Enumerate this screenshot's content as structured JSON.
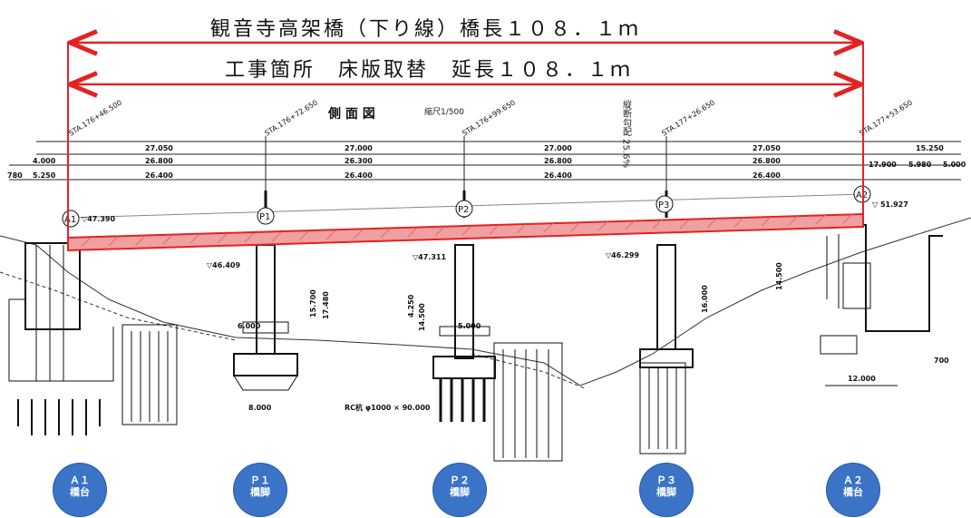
{
  "titles": {
    "bridge_length": "観音寺高架橋（下り線）橋長１０８．１ｍ",
    "work_section": "工事箇所　床版取替　延長１０８．１ｍ"
  },
  "drawing": {
    "heading": "側 面 図",
    "scale": "縮尺1/500",
    "chainage_labels": [
      "STA.176+46.500",
      "STA.176+72.650",
      "STA.176+99.650",
      "STA.177+26.650",
      "STA.177+53.650"
    ],
    "span_dims_top": [
      "27.050",
      "27.000",
      "27.000",
      "27.050"
    ],
    "span_dims_mid": [
      "26.800",
      "26.300",
      "26.800",
      "26.800"
    ],
    "span_dims_low": [
      "26.400",
      "26.400",
      "26.400",
      "26.400"
    ],
    "misc_dims": [
      "4.000",
      "5.250",
      "780",
      "15.250",
      "5.980",
      "5.000",
      "12.000",
      "8.000",
      "4.250",
      "14.500",
      "17.900",
      "15.700",
      "17.480",
      "16.000",
      "14.500",
      "5.000",
      "6.000",
      "700"
    ],
    "pier_circles": [
      "A1",
      "P1",
      "P2",
      "P3",
      "A2"
    ],
    "elevations": [
      "▽47.390",
      "▽46.409",
      "▽47.311",
      "▽46.299",
      "▽ 51.927"
    ],
    "vertical_note": "縦断勾配 25.6%",
    "pile_note": "RC杭 φ1000 × 90.000"
  },
  "supports": [
    {
      "line1": "Ａ１",
      "line2": "橋台"
    },
    {
      "line1": "Ｐ１",
      "line2": "橋脚"
    },
    {
      "line1": "Ｐ２",
      "line2": "橋脚"
    },
    {
      "line1": "Ｐ３",
      "line2": "橋脚"
    },
    {
      "line1": "Ａ２",
      "line2": "橋台"
    }
  ],
  "colors": {
    "highlight": "#e32222",
    "deck_fill": "#f0a0a0",
    "badge": "#3b74c6",
    "drawing": "#1a1a1a"
  }
}
